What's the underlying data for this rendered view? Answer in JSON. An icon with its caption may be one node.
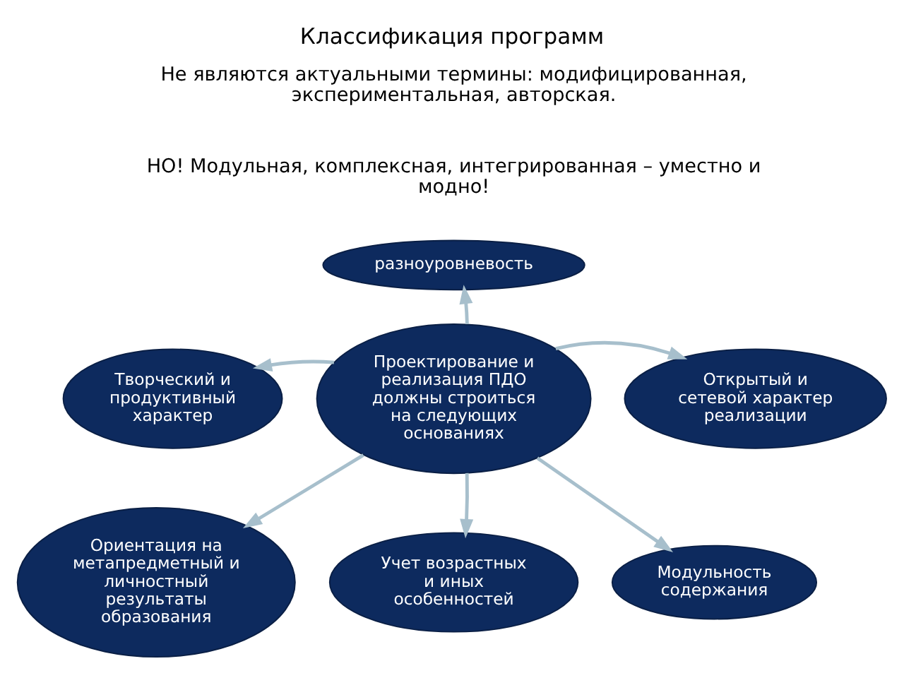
{
  "diagram": {
    "title": "Классификация программ",
    "labels": [
      "Не являются актуальными термины: модифицированная, экспериментальная, авторская.",
      "НО! Модульная, комплексная, интегрированная – уместно и модно!"
    ],
    "nodes": [
      {
        "text": [
          "разноуровневость"
        ]
      },
      {
        "text": [
          "Творческий и продуктивный характер"
        ]
      },
      {
        "text": [
          "Открытый и сетевой характер реализации"
        ]
      },
      {
        "text": [
          "Проектирование и реализация ПДО должны строиться на следующих основаниях"
        ]
      },
      {
        "text": [
          "Ориентация на метапредметный и личностный результаты образования"
        ]
      },
      {
        "text": [
          "Модульность содержания"
        ]
      },
      {
        "text": [
          "Учет возрастных и иных особенностей"
        ]
      }
    ],
    "edges": [
      {
        "from": 3,
        "to": 0,
        "arrow": "to"
      },
      {
        "from": 3,
        "to": 2,
        "arrow": "to"
      },
      {
        "from": 3,
        "to": 5,
        "arrow": "to"
      },
      {
        "from": 3,
        "to": 6,
        "arrow": "to"
      },
      {
        "from": 3,
        "to": 4,
        "arrow": "to"
      },
      {
        "from": 3,
        "to": 1,
        "arrow": "to"
      }
    ]
  }
}
